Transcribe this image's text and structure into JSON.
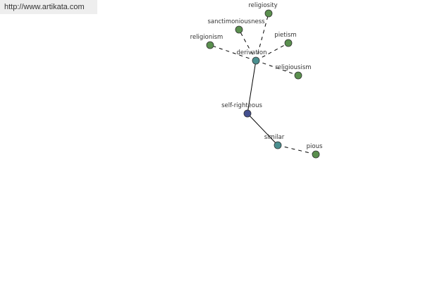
{
  "watermark": {
    "text": "http://www.artikata.com"
  },
  "graph": {
    "nodes": [
      {
        "id": "religiosity",
        "label": "religiosity",
        "color": "#5a8f4e"
      },
      {
        "id": "sanctimoniousness",
        "label": "sanctimoniousness",
        "color": "#5a8f4e"
      },
      {
        "id": "religionism",
        "label": "religionism",
        "color": "#5a8f4e"
      },
      {
        "id": "pietism",
        "label": "pietism",
        "color": "#5a8f4e"
      },
      {
        "id": "derivation",
        "label": "derivation",
        "color": "#4a8f8f"
      },
      {
        "id": "religiousism",
        "label": "religiousism",
        "color": "#5a8f4e"
      },
      {
        "id": "self-righteous",
        "label": "self-righteous",
        "color": "#44508f"
      },
      {
        "id": "similar",
        "label": "similar",
        "color": "#4a8f8f"
      },
      {
        "id": "pious",
        "label": "pious",
        "color": "#5a8f4e"
      }
    ],
    "edges": [
      {
        "from": "self-righteous",
        "to": "derivation",
        "style": "solid"
      },
      {
        "from": "self-righteous",
        "to": "similar",
        "style": "solid"
      },
      {
        "from": "derivation",
        "to": "religiosity",
        "style": "dashed"
      },
      {
        "from": "derivation",
        "to": "sanctimoniousness",
        "style": "dashed"
      },
      {
        "from": "derivation",
        "to": "religionism",
        "style": "dashed"
      },
      {
        "from": "derivation",
        "to": "pietism",
        "style": "dashed"
      },
      {
        "from": "derivation",
        "to": "religiousism",
        "style": "dashed"
      },
      {
        "from": "similar",
        "to": "pious",
        "style": "dashed"
      }
    ]
  }
}
